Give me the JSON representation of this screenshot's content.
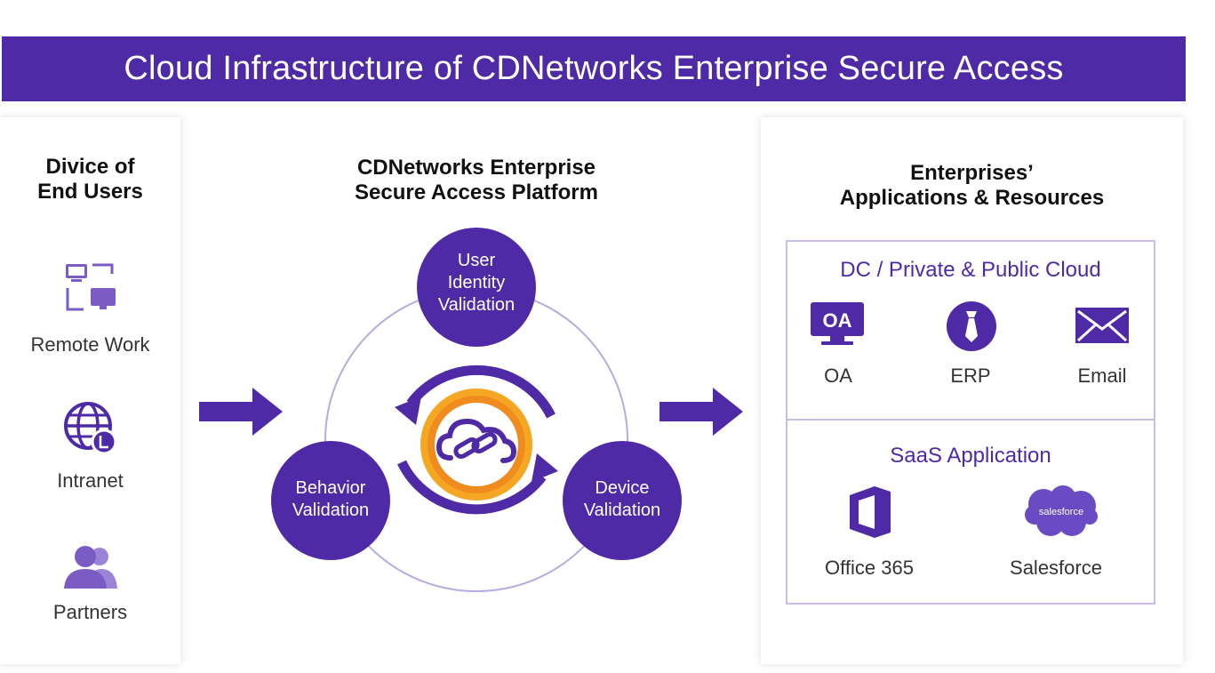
{
  "header": {
    "title": "Cloud Infrastructure of CDNetworks Enterprise Secure Access"
  },
  "left": {
    "title": "Divice of\nEnd Users",
    "items": [
      {
        "label": "Remote Work",
        "icon": "remote-work-icon"
      },
      {
        "label": "Intranet",
        "icon": "globe-icon"
      },
      {
        "label": "Partners",
        "icon": "users-icon"
      }
    ]
  },
  "middle": {
    "title": "CDNetworks Enterprise\nSecure Access Platform",
    "nodes": [
      {
        "label": "User\nIdentity\nValidation"
      },
      {
        "label": "Behavior\nValidation"
      },
      {
        "label": "Device\nValidation"
      }
    ],
    "center_icon": "cloud-link-logo"
  },
  "right": {
    "title": "Enterprises’\nApplications & Resources",
    "dc_section": {
      "title": "DC / Private & Public Cloud",
      "items": [
        {
          "label": "OA",
          "icon": "oa-icon",
          "badge": "OA"
        },
        {
          "label": "ERP",
          "icon": "tie-icon"
        },
        {
          "label": "Email",
          "icon": "envelope-icon"
        }
      ]
    },
    "saas_section": {
      "title": "SaaS Application",
      "items": [
        {
          "label": "Office 365",
          "icon": "office-icon"
        },
        {
          "label": "Salesforce",
          "icon": "salesforce-cloud-icon",
          "logo_text": "salesforce"
        }
      ]
    }
  },
  "colors": {
    "brand_purple": "#4f2aa6",
    "light_purple": "#7b5cc4",
    "ring": "#b8a9e0",
    "orange": "#f08c1e",
    "salesforce_purple": "#6a4bc4"
  }
}
